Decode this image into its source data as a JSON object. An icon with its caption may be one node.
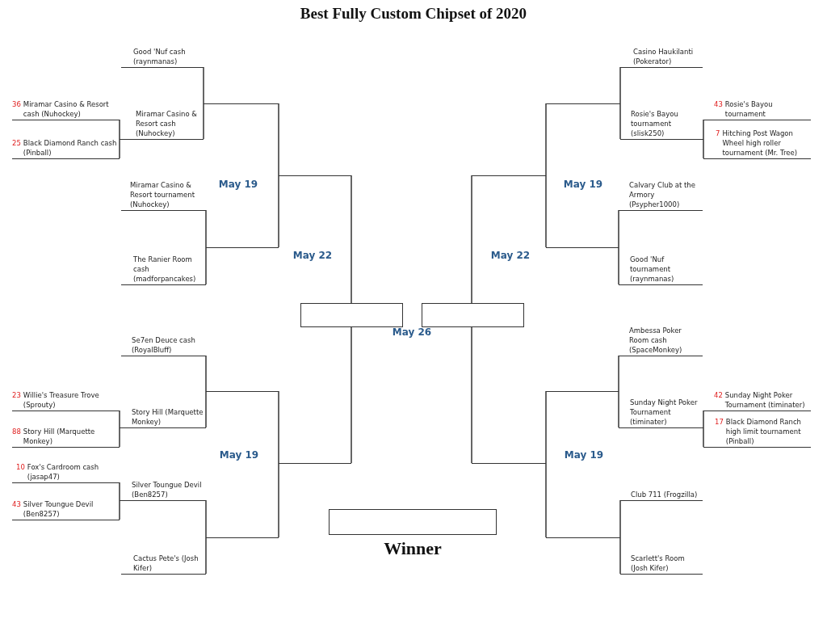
{
  "diagram": {
    "title": "Best Fully Custom Chipset of 2020",
    "nodes": [
      {
        "text": [
          "Good 'Nuf cash (raynmanas)"
        ]
      },
      {
        "text": [
          "36",
          "Miramar Casino & Resort cash (Nuhockey)"
        ]
      },
      {
        "text": [
          "25",
          "Black Diamond Ranch cash (Pinball)"
        ]
      },
      {
        "text": [
          "Miramar Casino & Resort cash (Nuhockey)"
        ]
      },
      {
        "text": [
          "Miramar Casino & Resort tournament (Nuhockey)"
        ]
      },
      {
        "text": [
          "The Ranier Room cash (madforpancakes)"
        ]
      },
      {
        "text": [
          "Se7en Deuce cash (RoyalBluff)"
        ]
      },
      {
        "text": [
          "23",
          "Willie's Treasure Trove (Sprouty)"
        ]
      },
      {
        "text": [
          "88",
          "Story Hill (Marquette Monkey)"
        ]
      },
      {
        "text": [
          "Story Hill (Marquette Monkey)"
        ]
      },
      {
        "text": [
          "10",
          "Fox's Cardroom cash (jasap47)"
        ]
      },
      {
        "text": [
          "43",
          "Silver Toungue Devil (Ben8257)"
        ]
      },
      {
        "text": [
          "Silver Toungue Devil (Ben8257)"
        ]
      },
      {
        "text": [
          "Cactus Pete's (Josh Kifer)"
        ]
      },
      {
        "text": [],
        "shape": "line"
      },
      {
        "text": [],
        "shape": "line"
      },
      {
        "text": [],
        "shape": "line"
      },
      {
        "text": [],
        "shape": "line"
      },
      {
        "text": [],
        "shape": "line"
      },
      {
        "text": [],
        "shape": "line"
      },
      {
        "text": [],
        "shape": "box"
      },
      {
        "text": [],
        "shape": "box"
      },
      {
        "text": [],
        "shape": "box",
        "beside": [
          "Winner"
        ]
      },
      {
        "text": [
          "Casino Haukilanti (Pokerator)"
        ]
      },
      {
        "text": [
          "Rosie's Bayou tournament (slisk250)"
        ]
      },
      {
        "text": [
          "43",
          "Rosie's Bayou tournament"
        ]
      },
      {
        "text": [
          "7",
          "Hitching Post Wagon Wheel high roller tournament (Mr. Tree)"
        ]
      },
      {
        "text": [
          "Calvary Club at the Armory (Psypher1000)"
        ]
      },
      {
        "text": [
          "Good 'Nuf tournament (raynmanas)"
        ]
      },
      {
        "text": [
          "Ambessa Poker Room cash (SpaceMonkey)"
        ]
      },
      {
        "text": [
          "Sunday Night Poker Tournament (timinater)"
        ]
      },
      {
        "text": [
          "42",
          "Sunday Night Poker Tournament (timinater)"
        ]
      },
      {
        "text": [
          "17",
          "Black Diamond Ranch high limit tournament (Pinball)"
        ]
      },
      {
        "text": [
          "Club 711 (Frogzilla)"
        ]
      },
      {
        "text": [
          "Scarlett's Room (Josh Kifer)"
        ]
      },
      {
        "text": [],
        "shape": "line"
      },
      {
        "text": [],
        "shape": "line"
      },
      {
        "text": [],
        "shape": "line"
      },
      {
        "text": [],
        "shape": "line"
      },
      {
        "text": [],
        "shape": "line"
      },
      {
        "text": [],
        "shape": "line"
      }
    ],
    "edges": [
      {
        "from": 1,
        "to": 3,
        "arrow": "none"
      },
      {
        "from": 2,
        "to": 3,
        "arrow": "none"
      },
      {
        "from": 0,
        "to": 14,
        "arrow": "none"
      },
      {
        "from": 3,
        "to": 14,
        "arrow": "none"
      },
      {
        "from": 4,
        "to": 15,
        "arrow": "none"
      },
      {
        "from": 5,
        "to": 15,
        "arrow": "none"
      },
      {
        "from": 7,
        "to": 9,
        "arrow": "none"
      },
      {
        "from": 8,
        "to": 9,
        "arrow": "none"
      },
      {
        "from": 6,
        "to": 16,
        "arrow": "none"
      },
      {
        "from": 9,
        "to": 16,
        "arrow": "none"
      },
      {
        "from": 10,
        "to": 12,
        "arrow": "none"
      },
      {
        "from": 11,
        "to": 12,
        "arrow": "none"
      },
      {
        "from": 12,
        "to": 17,
        "arrow": "none"
      },
      {
        "from": 13,
        "to": 17,
        "arrow": "none"
      },
      {
        "from": 14,
        "to": 18,
        "arrow": "none"
      },
      {
        "from": 15,
        "to": 18,
        "arrow": "none"
      },
      {
        "from": 16,
        "to": 19,
        "arrow": "none"
      },
      {
        "from": 17,
        "to": 19,
        "arrow": "none"
      },
      {
        "from": 18,
        "to": 20,
        "arrow": "none"
      },
      {
        "from": 19,
        "to": 20,
        "arrow": "none"
      },
      {
        "from": 25,
        "to": 24,
        "arrow": "none"
      },
      {
        "from": 26,
        "to": 24,
        "arrow": "none"
      },
      {
        "from": 23,
        "to": 37,
        "arrow": "none"
      },
      {
        "from": 24,
        "to": 37,
        "arrow": "none"
      },
      {
        "from": 27,
        "to": 38,
        "arrow": "none"
      },
      {
        "from": 28,
        "to": 38,
        "arrow": "none"
      },
      {
        "from": 31,
        "to": 30,
        "arrow": "none"
      },
      {
        "from": 32,
        "to": 30,
        "arrow": "none"
      },
      {
        "from": 29,
        "to": 39,
        "arrow": "none"
      },
      {
        "from": 30,
        "to": 39,
        "arrow": "none"
      },
      {
        "from": 33,
        "to": 40,
        "arrow": "none"
      },
      {
        "from": 34,
        "to": 40,
        "arrow": "none"
      },
      {
        "from": 37,
        "to": 35,
        "arrow": "none"
      },
      {
        "from": 38,
        "to": 35,
        "arrow": "none"
      },
      {
        "from": 39,
        "to": 36,
        "arrow": "none"
      },
      {
        "from": 40,
        "to": 36,
        "arrow": "none"
      },
      {
        "from": 35,
        "to": 21,
        "arrow": "none"
      },
      {
        "from": 36,
        "to": 21,
        "arrow": "none"
      }
    ],
    "labels": [
      "May 19",
      "May 22",
      "May 19",
      "May 19",
      "May 22",
      "May 19",
      "May 26"
    ]
  }
}
